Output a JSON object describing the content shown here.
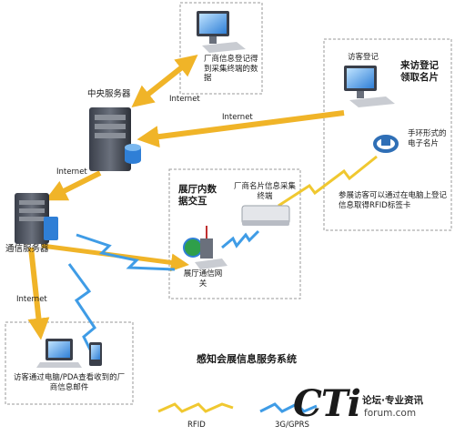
{
  "title": "感知会展信息服务系统",
  "nodes": {
    "central_server": "中央服务器",
    "comm_server": "通信服务器",
    "vendor_terminal": "厂商信息登记得到采集终端的数据",
    "visitor_register": "访客登记",
    "visitor_card": "来访登记领取名片",
    "wristband": "手环形式的电子名片",
    "visitor_rfid_note": "参展访客可以通过在电脑上登记信息取得RFID标签卡",
    "hall_interaction": "展厅内数据交互",
    "card_terminal": "厂商名片信息采集终端",
    "hall_gateway": "展厅通信网关",
    "visitor_pda": "访客通过电脑/PDA查看收到的厂商信息邮件"
  },
  "links": {
    "internet_1": "Internet",
    "internet_2": "Internet",
    "internet_3": "Internet",
    "internet_4": "Internet"
  },
  "legend": {
    "rfid": "RFID",
    "gprs": "3G/GPRS"
  },
  "watermark": {
    "logo": "CTi",
    "tagline": "论坛·专业资讯",
    "site": "forum.com"
  },
  "colors": {
    "internet_arrow": "#f0b428",
    "wireless_zigzag": "#3f9ce6",
    "dashed_box": "#9a9a9a"
  }
}
